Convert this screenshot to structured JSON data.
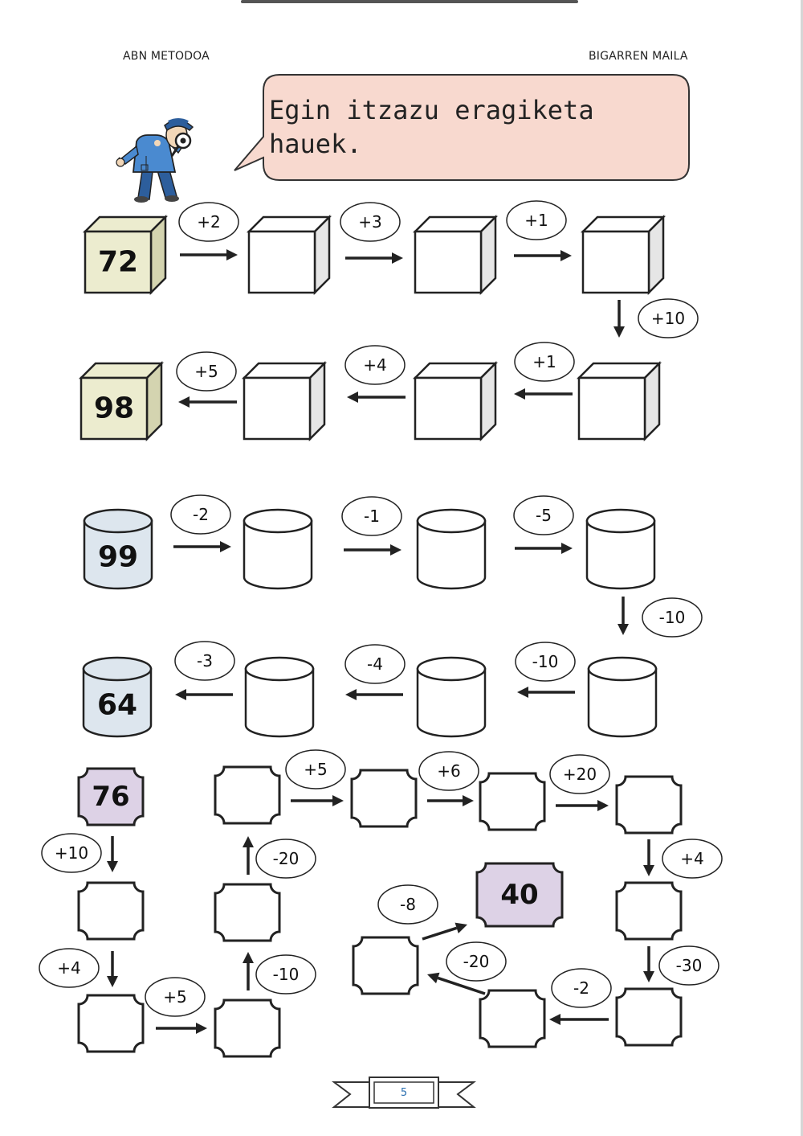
{
  "header": {
    "left": "ABN METODOA",
    "right": "BIGARREN MAILA"
  },
  "instruction": {
    "line1": "Egin itzazu eragiketa",
    "line2": "hauek."
  },
  "colors": {
    "cube_fill": "#ececcf",
    "cylinder_fill": "#dde6ee",
    "octagon_fill": "#ddd2e6",
    "bubble_fill": "#f8d9cf",
    "coat_blue": "#4a8ad0"
  },
  "icons": {
    "mascot": "detective-with-magnifier-icon",
    "arrow": "arrow-icon",
    "banner": "ribbon-banner-icon"
  },
  "puzzles": {
    "cubes": {
      "start": "72",
      "end": "98",
      "ops": [
        "+2",
        "+3",
        "+1",
        "+10",
        "+1",
        "+4",
        "+5"
      ]
    },
    "cylinders": {
      "start": "99",
      "end": "64",
      "ops": [
        "-2",
        "-1",
        "-5",
        "-10",
        "-10",
        "-4",
        "-3"
      ]
    },
    "octagons": {
      "start": "76",
      "end": "40",
      "ops": [
        "+10",
        "+4",
        "+5",
        "-10",
        "-20",
        "+5",
        "+6",
        "+20",
        "+4",
        "-30",
        "-2",
        "-20",
        "-8"
      ]
    }
  },
  "footer": {
    "page_number": "5"
  }
}
